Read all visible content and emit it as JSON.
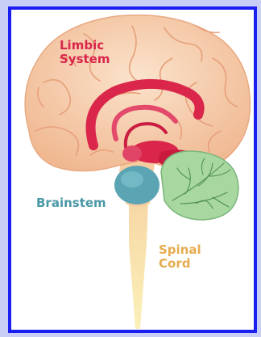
{
  "labels": {
    "limbic_line1": "Limbic",
    "limbic_line2": "System",
    "brainstem": "Brainstem",
    "spinal_line1": "Spinal",
    "spinal_line2": "Cord"
  },
  "colors": {
    "frame_border": "#1a1ff0",
    "outer_background": "#c9cef6",
    "cerebrum": "#f7cfb0",
    "limbic": "#d9264a",
    "brainstem": "#4a98a6",
    "cerebellum": "#9bd39b",
    "spinal_cord": "#f4dc96"
  }
}
